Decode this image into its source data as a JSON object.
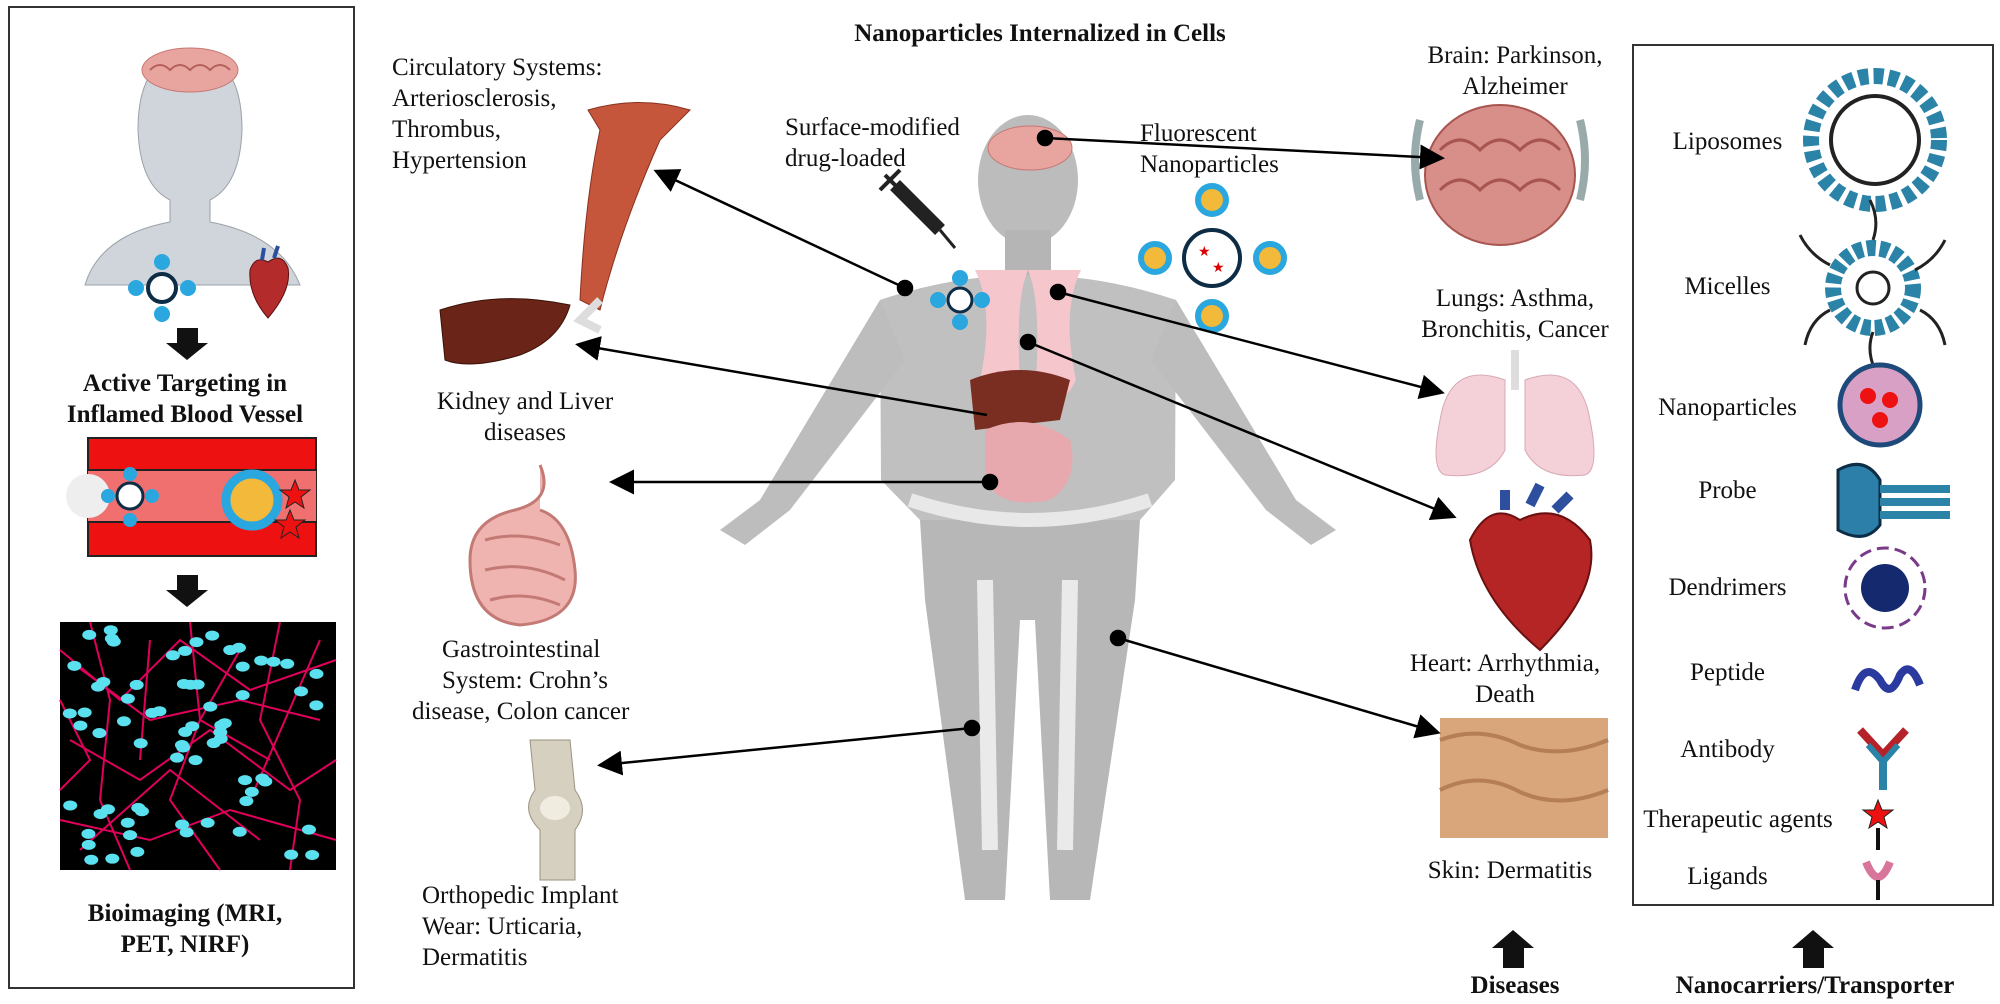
{
  "title": "Nanoparticles Internalized in Cells",
  "left": {
    "step1": "Active Targeting in Inflamed Blood Vessel",
    "step1_line1": "Active Targeting in",
    "step1_line2": "Inflamed Blood Vessel",
    "step2_line1": "Bioimaging (MRI,",
    "step2_line2": "PET, NIRF)"
  },
  "labels": {
    "circulatory": [
      "Circulatory Systems:",
      "Arteriosclerosis,",
      "Thrombus,",
      "Hypertension"
    ],
    "kidney": [
      "Kidney and Liver",
      "diseases"
    ],
    "gastro": [
      "Gastrointestinal",
      "System: Crohn’s",
      "disease, Colon cancer"
    ],
    "ortho": [
      "Orthopedic Implant",
      "Wear: Urticaria,",
      "Dermatitis"
    ],
    "surface": [
      "Surface-modified",
      "drug-loaded"
    ],
    "fluorescent": [
      "Fluorescent",
      "Nanoparticles"
    ],
    "brain": [
      "Brain: Parkinson,",
      "Alzheimer"
    ],
    "lungs": [
      "Lungs: Asthma,",
      "Bronchitis, Cancer"
    ],
    "heart": [
      "Heart: Arrhythmia,",
      "Death"
    ],
    "skin": "Skin: Dermatitis"
  },
  "bottom": {
    "diseases": "Diseases",
    "nanocarriers": "Nanocarriers/Transporter"
  },
  "nanocarriers": [
    "Liposomes",
    "Micelles",
    "Nanoparticles",
    "Probe",
    "Dendrimers",
    "Peptide",
    "Antibody",
    "Therapeutic agents",
    "Ligands"
  ],
  "colors": {
    "nano_blue": "#2aa7df",
    "vessel_red": "#ee1111",
    "imaging_cyan": "#5be0f0",
    "imaging_net": "#e0005a"
  }
}
